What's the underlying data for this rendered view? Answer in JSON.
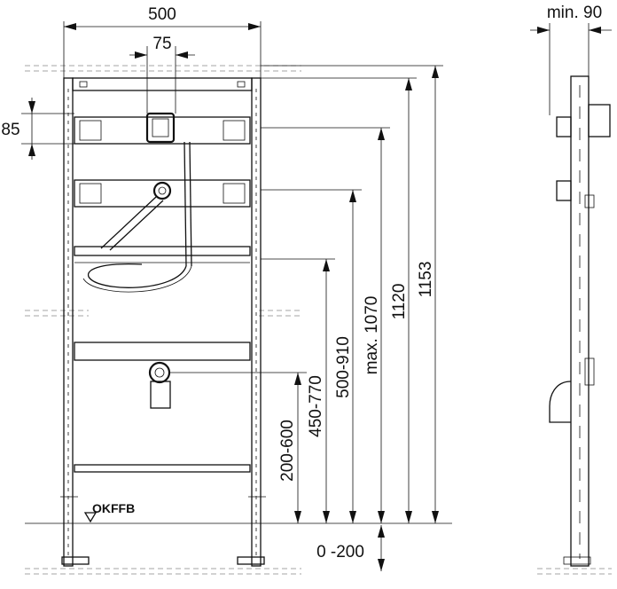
{
  "dimensions": {
    "width_total": "500",
    "center_spacing": "75",
    "offset_top": "85",
    "side_depth": "min. 90",
    "height_1153": "1153",
    "height_1120": "1120",
    "height_max_1070": "max. 1070",
    "height_500_910": "500-910",
    "height_450_770": "450-770",
    "height_200_600": "200-600",
    "foot_adjust": "0 -200"
  },
  "labels": {
    "floor_level": "OKFFB"
  }
}
